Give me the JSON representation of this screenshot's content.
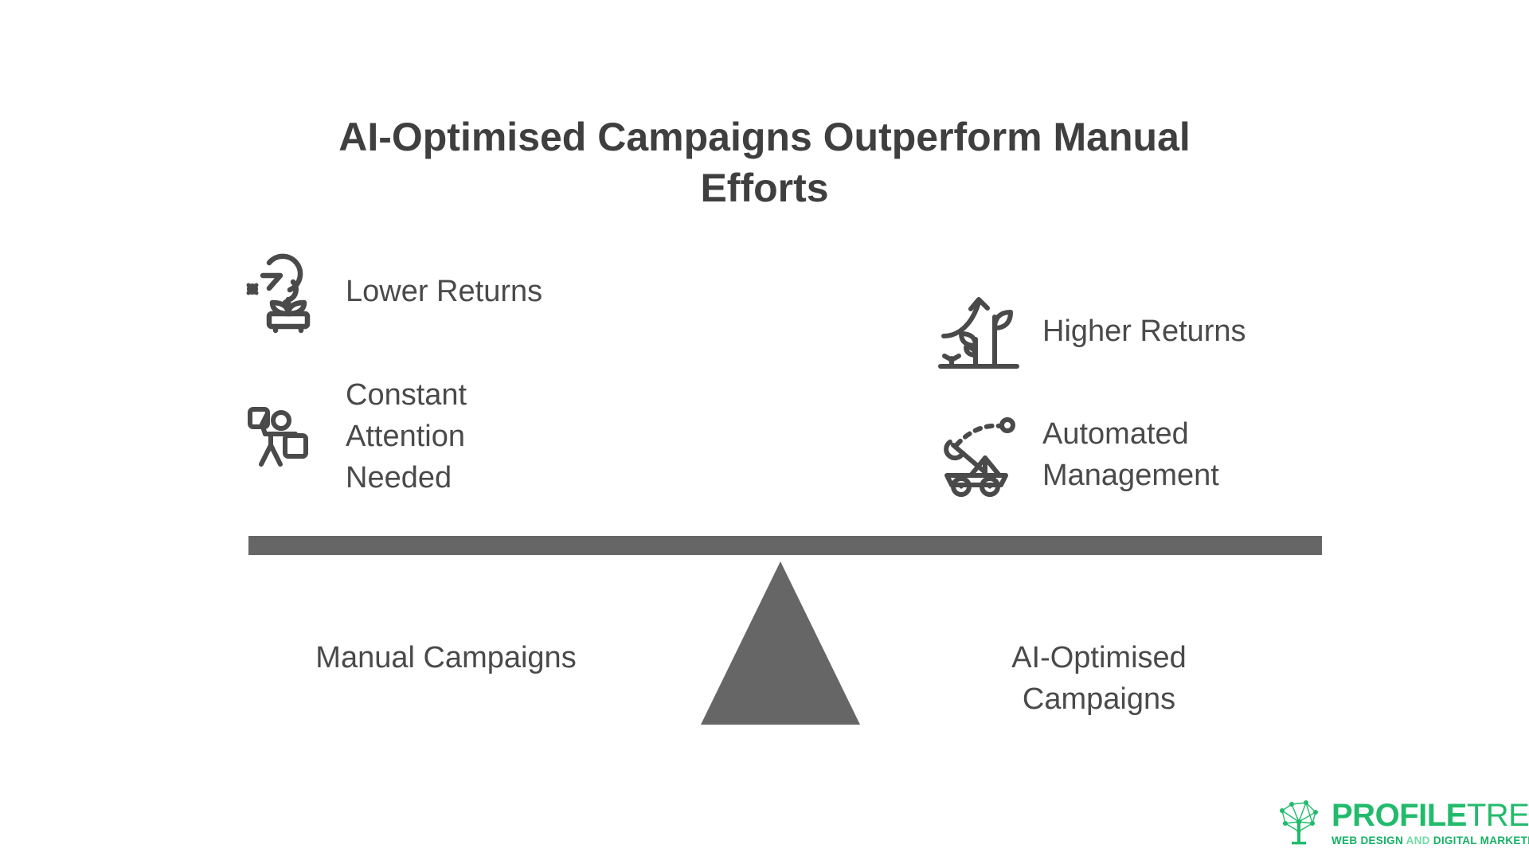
{
  "title": "AI-Optimised Campaigns Outperform Manual Efforts",
  "title_lines": [
    "AI-Optimised Campaigns Outperform Manual",
    "Efforts"
  ],
  "colors": {
    "title": "#3f3f3f",
    "body_text": "#4a4a4a",
    "beam": "#666666",
    "fulcrum": "#666666",
    "icon_stroke": "#4a4a4a",
    "brand_green": "#22bb6b",
    "tagline_green": "#16b165",
    "tagline_green_light": "#74d9a6",
    "background": "#ffffff"
  },
  "left_side": {
    "axis_label": "Manual Campaigns",
    "features": [
      {
        "icon": "declining-plant-down-arrow-icon",
        "label": "Lower Returns"
      },
      {
        "icon": "person-juggling-tasks-icon",
        "label": "Constant\nAttention\nNeeded"
      }
    ]
  },
  "right_side": {
    "axis_label": "AI-Optimised\nCampaigns",
    "features": [
      {
        "icon": "growing-plants-up-arrow-icon",
        "label": "Higher Returns"
      },
      {
        "icon": "catapult-launch-icon",
        "label": "Automated\nManagement"
      }
    ]
  },
  "seesaw": {
    "beam_name": "balance-beam",
    "fulcrum_name": "balance-fulcrum"
  },
  "logo": {
    "mark": "network-tree-icon",
    "word_bold": "PROFILE",
    "word_light": "TREE",
    "tagline_part1": "WEB DESIGN ",
    "tagline_and": "AND ",
    "tagline_part2": "DIGITAL MARKETING"
  }
}
